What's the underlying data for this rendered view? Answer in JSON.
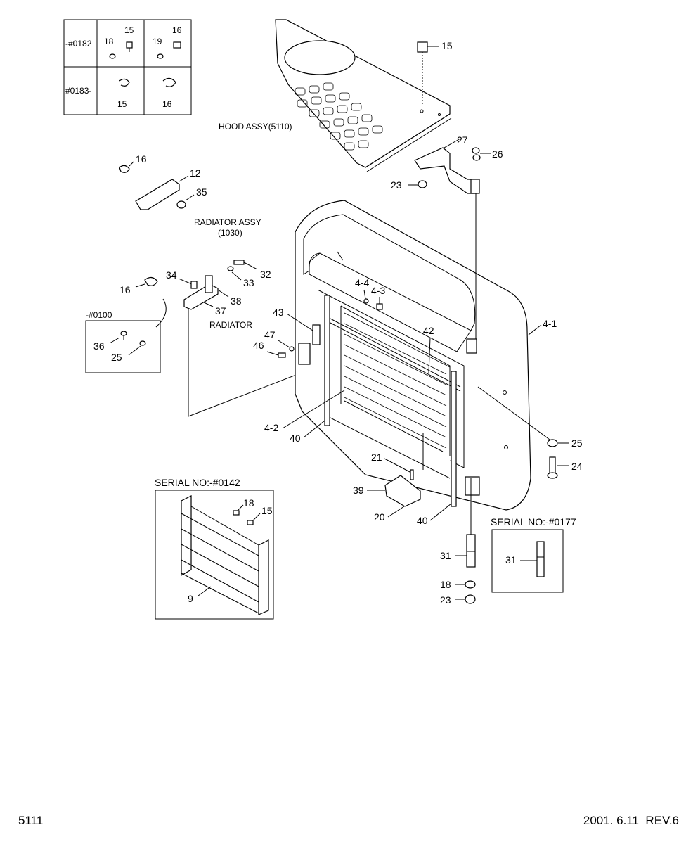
{
  "footer": {
    "page_number": "5111",
    "revision": "2001. 6.11  REV.6"
  },
  "inset_table": {
    "row1_label": "-#0182",
    "row2_label": "#0183-",
    "cells": [
      "18",
      "15",
      "19",
      "16",
      "15",
      "16"
    ]
  },
  "labels": {
    "hood_assy": "HOOD ASSY(5110)",
    "radiator_assy_line1": "RADIATOR ASSY",
    "radiator_assy_line2": "(1030)",
    "radiator": "RADIATOR",
    "serial_0100": "-#0100",
    "serial_0142": "SERIAL NO:-#0142",
    "serial_0177": "SERIAL NO:-#0177"
  },
  "callouts": {
    "c15_top": "15",
    "c27": "27",
    "c26": "26",
    "c23_top": "23",
    "c16_a": "16",
    "c12": "12",
    "c35": "35",
    "c34": "34",
    "c32": "32",
    "c33": "33",
    "c16_b": "16",
    "c38": "38",
    "c37": "37",
    "c4_4": "4-4",
    "c4_3": "4-3",
    "c43": "43",
    "c42": "42",
    "c4_1": "4-1",
    "c47": "47",
    "c46": "46",
    "c36": "36",
    "c25_inset": "25",
    "c4_2": "4-2",
    "c40_a": "40",
    "c25": "25",
    "c24": "24",
    "c21": "21",
    "c39": "39",
    "c20": "20",
    "c40_b": "40",
    "c18_s": "18",
    "c15_s": "15",
    "c9": "9",
    "c31": "31",
    "c31_s": "31",
    "c18": "18",
    "c23": "23"
  }
}
